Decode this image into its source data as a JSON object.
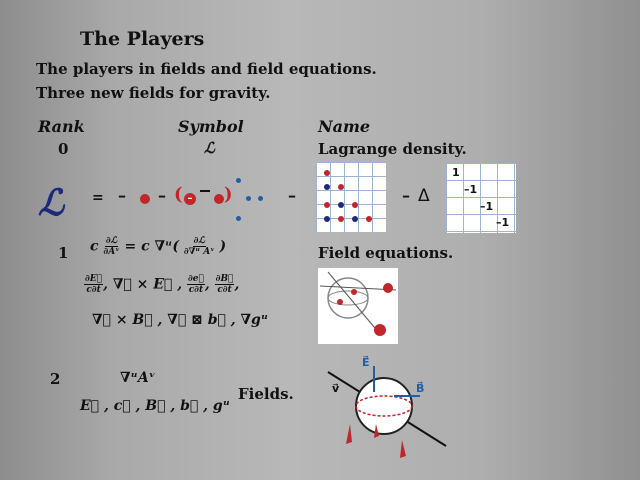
{
  "slide": {
    "title": "The Players",
    "subtitle_line1": "The players in fields and field equations.",
    "subtitle_line2": "Three new fields for gravity."
  },
  "table": {
    "headers": {
      "rank": "Rank",
      "symbol": "Symbol",
      "name": "Name"
    },
    "rows": [
      {
        "rank": "0",
        "symbol": "ℒ",
        "name": "Lagrange density."
      },
      {
        "rank": "1",
        "name": "Field equations."
      },
      {
        "rank": "2",
        "name": "Fields."
      }
    ]
  },
  "lagrangian_row": {
    "big_symbol": "ℒ",
    "equals": "=",
    "minus1": "–",
    "minus2": "–",
    "paren_open": "(",
    "paren_minus": "–",
    "paren_close": ")",
    "minus3": "–",
    "minus4": "–",
    "delta": "Δ",
    "matrix_entries": [
      "1",
      "–1",
      "–1",
      "–1"
    ]
  },
  "equations": {
    "field_eq": {
      "c": "c",
      "lhs_num": "∂ℒ",
      "lhs_den": "∂Aᵛ",
      "eq": "= c ∇ᵘ(",
      "rhs_num": "∂ℒ",
      "rhs_den": "∂∇ᵘ Aᵛ",
      "close": ")"
    },
    "derived_line1": [
      {
        "num": "∂E⃗",
        "den": "c∂t"
      },
      {
        "text": ", ∇⃗ × E⃗ ,"
      },
      {
        "num": "∂e⃗",
        "den": "c∂t"
      },
      {
        "text": ","
      },
      {
        "num": "∂B⃗",
        "den": "c∂t"
      },
      {
        "text": ","
      }
    ],
    "derived_line2": "∇⃗ × B⃗ , ∇⃗ ⊠ b⃗ , ∇gᵘ",
    "rank2_line1": "∇ᵘAᵛ",
    "rank2_line2": "E⃗ , c⃗ , B⃗ , b⃗ , gᵘ"
  },
  "diagram_labels": {
    "e": "E⃗",
    "b": "B⃗",
    "v": "v⃗"
  },
  "colors": {
    "red": "#c0262a",
    "blue": "#1f5fa8",
    "navy": "#1d2a7a",
    "grid_line": "#9db4d6"
  }
}
